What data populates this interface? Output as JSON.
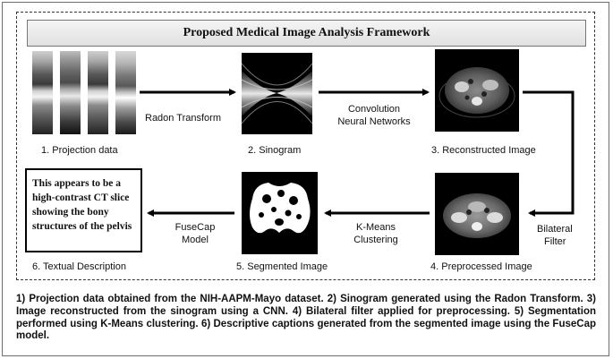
{
  "title": "Proposed Medical Image Analysis Framework",
  "steps": {
    "projection": "1. Projection data",
    "sinogram": "2. Sinogram",
    "reconstructed": "3. Reconstructed Image",
    "preprocessed": "4. Preprocessed Image",
    "segmented": "5. Segmented Image",
    "textual": "6. Textual Description"
  },
  "edges": {
    "radon_transform": "Radon Transform",
    "cnn_line1": "Convolution",
    "cnn_line2": "Neural Networks",
    "bilateral_line1": "Bilateral",
    "bilateral_line2": "Filter",
    "kmeans_line1": "K-Means",
    "kmeans_line2": "Clustering",
    "fusecap_line1": "FuseCap",
    "fusecap_line2": "Model"
  },
  "description_box": "This appears to be a high-contrast CT slice showing the bony structures of the pelvis",
  "footer": "1) Projection data obtained from the NIH-AAPM-Mayo dataset. 2) Sinogram generated using the Radon Transform. 3) Image reconstructed from the sinogram using a CNN. 4) Bilateral filter applied for preprocessing. 5) Segmentation performed using K-Means clustering. 6) Descriptive captions generated from the segmented image using the FuseCap model."
}
